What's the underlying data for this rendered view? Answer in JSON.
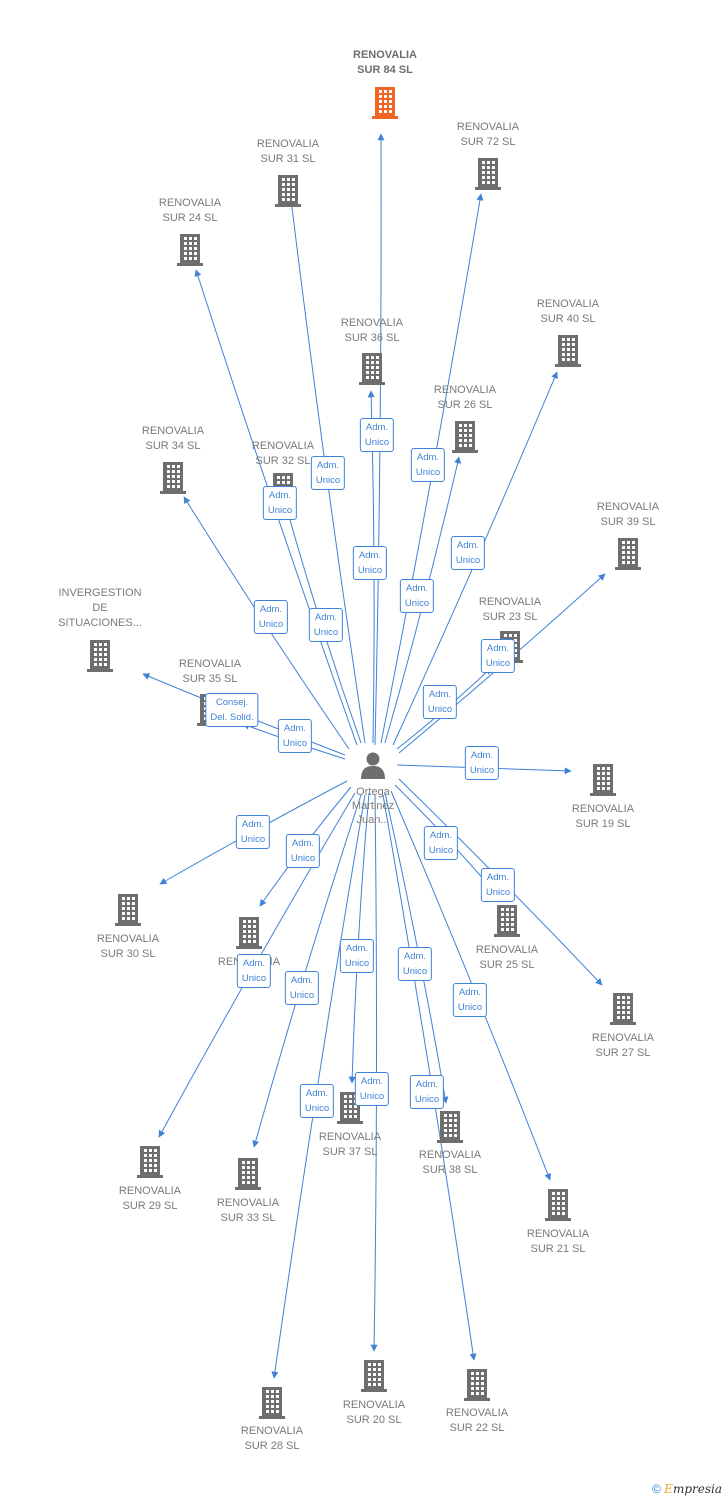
{
  "colors": {
    "edge": "#3f83d6",
    "building": "#6e6e6e",
    "focal_building": "#f26522"
  },
  "center": {
    "name_lines": [
      "Ortega",
      "Martinez",
      "Juan..."
    ],
    "icon": "person-icon"
  },
  "nodes": [
    {
      "id": "sur84",
      "lines": [
        "RENOVALIA",
        "SUR 84  SL"
      ],
      "focal": true,
      "icon": "building-icon"
    },
    {
      "id": "sur31",
      "lines": [
        "RENOVALIA",
        "SUR 31  SL"
      ],
      "icon": "building-icon"
    },
    {
      "id": "sur72",
      "lines": [
        "RENOVALIA",
        "SUR 72  SL"
      ],
      "icon": "building-icon"
    },
    {
      "id": "sur24",
      "lines": [
        "RENOVALIA",
        "SUR 24  SL"
      ],
      "icon": "building-icon"
    },
    {
      "id": "sur36",
      "lines": [
        "RENOVALIA",
        "SUR 36  SL"
      ],
      "icon": "building-icon"
    },
    {
      "id": "sur40",
      "lines": [
        "RENOVALIA",
        "SUR 40  SL"
      ],
      "icon": "building-icon"
    },
    {
      "id": "sur26",
      "lines": [
        "RENOVALIA",
        "SUR 26  SL"
      ],
      "icon": "building-icon"
    },
    {
      "id": "sur34",
      "lines": [
        "RENOVALIA",
        "SUR 34  SL"
      ],
      "icon": "building-icon"
    },
    {
      "id": "sur32",
      "lines": [
        "RENOVALIA",
        "SUR 32  SL"
      ],
      "icon": "building-icon"
    },
    {
      "id": "sur39",
      "lines": [
        "RENOVALIA",
        "SUR 39  SL"
      ],
      "icon": "building-icon"
    },
    {
      "id": "inverg",
      "lines": [
        "INVERGESTION",
        "DE",
        "SITUACIONES..."
      ],
      "icon": "building-icon"
    },
    {
      "id": "sur23",
      "lines": [
        "RENOVALIA",
        "SUR 23  SL"
      ],
      "icon": "building-icon"
    },
    {
      "id": "sur35",
      "lines": [
        "RENOVALIA",
        "SUR 35  SL"
      ],
      "icon": "building-icon"
    },
    {
      "id": "sur19",
      "lines": [
        "RENOVALIA",
        "SUR 19  SL"
      ],
      "icon": "building-icon"
    },
    {
      "id": "sur30",
      "lines": [
        "RENOVALIA",
        "SUR 30  SL"
      ],
      "icon": "building-icon"
    },
    {
      "id": "surx",
      "lines": [
        "RENOVALIA",
        "SUR"
      ],
      "icon": "building-icon"
    },
    {
      "id": "sur25",
      "lines": [
        "RENOVALIA",
        "SUR 25  SL"
      ],
      "icon": "building-icon"
    },
    {
      "id": "sur27",
      "lines": [
        "RENOVALIA",
        "SUR 27  SL"
      ],
      "icon": "building-icon"
    },
    {
      "id": "sur37",
      "lines": [
        "RENOVALIA",
        "SUR 37  SL"
      ],
      "icon": "building-icon"
    },
    {
      "id": "sur38",
      "lines": [
        "RENOVALIA",
        "SUR 38  SL"
      ],
      "icon": "building-icon"
    },
    {
      "id": "sur29",
      "lines": [
        "RENOVALIA",
        "SUR 29  SL"
      ],
      "icon": "building-icon"
    },
    {
      "id": "sur33",
      "lines": [
        "RENOVALIA",
        "SUR 33  SL"
      ],
      "icon": "building-icon"
    },
    {
      "id": "sur21",
      "lines": [
        "RENOVALIA",
        "SUR 21  SL"
      ],
      "icon": "building-icon"
    },
    {
      "id": "sur20",
      "lines": [
        "RENOVALIA",
        "SUR 20  SL"
      ],
      "icon": "building-icon"
    },
    {
      "id": "sur22",
      "lines": [
        "RENOVALIA",
        "SUR 22  SL"
      ],
      "icon": "building-icon"
    },
    {
      "id": "sur28",
      "lines": [
        "RENOVALIA",
        "SUR 28  SL"
      ],
      "icon": "building-icon"
    }
  ],
  "edges": [
    {
      "to": "sur84",
      "label": [
        "Adm.",
        "Unico"
      ]
    },
    {
      "to": "sur31",
      "label": [
        "Adm.",
        "Unico"
      ]
    },
    {
      "to": "sur72",
      "label": [
        "Adm.",
        "Unico"
      ]
    },
    {
      "to": "sur24",
      "label": [
        "Adm.",
        "Unico"
      ]
    },
    {
      "to": "sur36",
      "label": [
        "Adm.",
        "Unico"
      ]
    },
    {
      "to": "sur40",
      "label": [
        "Adm.",
        "Unico"
      ]
    },
    {
      "to": "sur26",
      "label": [
        "Adm.",
        "Unico"
      ]
    },
    {
      "to": "sur34",
      "label": [
        "Adm.",
        "Unico"
      ]
    },
    {
      "to": "sur32",
      "label": [
        "Adm.",
        "Unico"
      ]
    },
    {
      "to": "sur39",
      "label": [
        "Adm.",
        "Unico"
      ]
    },
    {
      "to": "inverg",
      "label": [
        "Consej.",
        "Del. Solid."
      ]
    },
    {
      "to": "sur23",
      "label": [
        "Adm.",
        "Unico"
      ]
    },
    {
      "to": "sur35",
      "label": [
        "Adm.",
        "Unico"
      ]
    },
    {
      "to": "sur19",
      "label": [
        "Adm.",
        "Unico"
      ]
    },
    {
      "to": "sur30",
      "label": [
        "Adm.",
        "Unico"
      ]
    },
    {
      "to": "surx",
      "label": [
        "Adm.",
        "Unico"
      ]
    },
    {
      "to": "sur25",
      "label": [
        "Adm.",
        "Unico"
      ]
    },
    {
      "to": "sur27",
      "label": [
        "Adm.",
        "Unico"
      ]
    },
    {
      "to": "sur37",
      "label": [
        "Adm.",
        "Unico"
      ]
    },
    {
      "to": "sur38",
      "label": [
        "Adm.",
        "Unico"
      ]
    },
    {
      "to": "sur29",
      "label": [
        "Adm.",
        "Unico"
      ]
    },
    {
      "to": "sur33",
      "label": [
        "Adm.",
        "Unico"
      ]
    },
    {
      "to": "sur21",
      "label": [
        "Adm.",
        "Unico"
      ]
    },
    {
      "to": "sur20",
      "label": [
        "Adm.",
        "Unico"
      ]
    },
    {
      "to": "sur22",
      "label": [
        "Adm.",
        "Unico"
      ]
    },
    {
      "to": "sur28",
      "label": [
        "Adm.",
        "Unico"
      ]
    }
  ],
  "footer": {
    "copyright": "©",
    "brand_first": "E",
    "brand_rest": "mpresia"
  }
}
